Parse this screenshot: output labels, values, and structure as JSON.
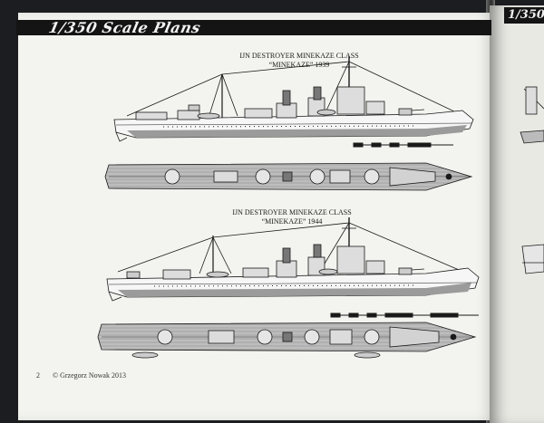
{
  "header": {
    "title": "1/350 Scale Plans"
  },
  "right_page": {
    "header_title": "1/350"
  },
  "plans": [
    {
      "title": "IJN DESTROYER MINEKAZE CLASS",
      "subtitle": "“MINEKAZE” 1939"
    },
    {
      "title": "IJN DESTROYER MINEKAZE CLASS",
      "subtitle": "“MINEKAZE” 1944"
    }
  ],
  "footer": {
    "page_number": "2",
    "copyright": "© Grzegorz Nowak 2013"
  },
  "colors": {
    "page": "#f3f3ef",
    "header": "#141414",
    "ink": "#1a1a1a",
    "hull_shade": "#9b9b9b"
  }
}
